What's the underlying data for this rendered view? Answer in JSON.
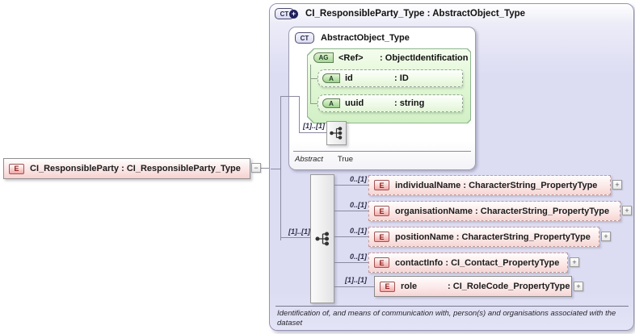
{
  "ui": {
    "colon": " : ",
    "plus": "+",
    "minus": "−"
  },
  "icons": {
    "element": "E",
    "complex_type": "CT",
    "attribute_group": "AG",
    "attribute": "A"
  },
  "root_element": {
    "name": "CI_ResponsibleParty",
    "type": "CI_ResponsibleParty_Type"
  },
  "type_box": {
    "title": {
      "name": "CI_ResponsibleParty_Type",
      "base": "AbstractObject_Type"
    },
    "base_box": {
      "title": "AbstractObject_Type",
      "attribute_group": {
        "name": "<Ref>",
        "type": "ObjectIdentification",
        "attributes": [
          {
            "name": "id",
            "type": "ID"
          },
          {
            "name": "uuid",
            "type": "string"
          }
        ]
      },
      "sequence_cardinality": "[1]..[1]",
      "abstract": {
        "label": "Abstract",
        "value": "True"
      }
    },
    "sequence_cardinality": "[1]..[1]",
    "elements": [
      {
        "cardinality": "0..[1]",
        "name": "individualName",
        "type": "CharacterString_PropertyType"
      },
      {
        "cardinality": "0..[1]",
        "name": "organisationName",
        "type": "CharacterString_PropertyType"
      },
      {
        "cardinality": "0..[1]",
        "name": "positionName",
        "type": "CharacterString_PropertyType"
      },
      {
        "cardinality": "0..[1]",
        "name": "contactInfo",
        "type": "CI_Contact_PropertyType"
      },
      {
        "cardinality": "[1]..[1]",
        "name": "role",
        "type": "CI_RoleCode_PropertyType"
      }
    ],
    "annotation": "Identification of, and means of communication with, person(s) and organisations associated with the dataset"
  },
  "colors": {
    "element_fill": "#f6d2d0",
    "element_border": "#c49a98",
    "group_fill": "#ddf5d3",
    "container_fill": "#dcdcf3",
    "bar_fill": "#ececec",
    "accent_dark": "#20205c"
  }
}
